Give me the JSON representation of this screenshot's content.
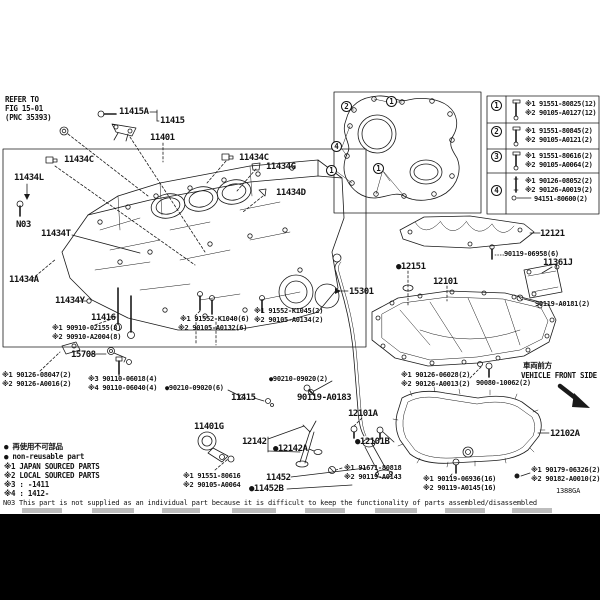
{
  "page": {
    "footnote": "N03 This part is not supplied as an individual part because it is difficult to keep the functionality of parts assembled/disassembled",
    "code": "1388GA"
  },
  "refer": {
    "l1": "REFER TO",
    "l2": "FIG 15-01",
    "l3": "(PNC 35393)"
  },
  "direction": {
    "jp": "車両前方",
    "en": "VEHICLE FRONT SIDE"
  },
  "notes": {
    "b1": "● 再使用不可部品",
    "b2": "● non-reusable part",
    "n1": "※1 JAPAN SOURCED PARTS",
    "n2": "※2 LOCAL SOURCED PARTS",
    "n3": "※3 :     -1411",
    "n4": "※4 : 1412-"
  },
  "legend": {
    "rows": [
      {
        "num": "1",
        "l1": "※1 91551-80825(12)",
        "l2": "※2 90105-A0127(12)",
        "l3": ""
      },
      {
        "num": "2",
        "l1": "※1 91551-80845(2)",
        "l2": "※2 90105-A0121(2)",
        "l3": ""
      },
      {
        "num": "3",
        "l1": "※1 91551-80616(2)",
        "l2": "※2 90105-A0064(2)",
        "l3": ""
      },
      {
        "num": "4",
        "l1": "※1 90126-08052(2)",
        "l2": "※2 90126-A0019(2)",
        "l3": "94151-80600(2)"
      }
    ]
  },
  "inset_callouts": [
    "2",
    "1",
    "4",
    "1",
    "1"
  ],
  "labels": [
    {
      "t": "11415A"
    },
    {
      "t": "11415"
    },
    {
      "t": "11401"
    },
    {
      "t": "11434C"
    },
    {
      "t": "11434L"
    },
    {
      "t": "N03"
    },
    {
      "t": "11434T"
    },
    {
      "t": "11434C"
    },
    {
      "t": "11434G"
    },
    {
      "t": "11434D"
    },
    {
      "t": "11434A"
    },
    {
      "t": "11434Y"
    },
    {
      "t": "11416"
    },
    {
      "t": "※1 90910-02155(8)"
    },
    {
      "t": "※2 90910-A2004(8)"
    },
    {
      "t": "15708"
    },
    {
      "t": "※1 90126-08047(2)"
    },
    {
      "t": "※2 90126-A0016(2)"
    },
    {
      "t": "※3 90110-06018(4)"
    },
    {
      "t": "※4 90110-06040(4)"
    },
    {
      "t": "※1 91552-K1040(6)"
    },
    {
      "t": "※2 90105-A0132(6)"
    },
    {
      "t": "※1 91552-K1045(2)"
    },
    {
      "t": "※2 90105-A0134(2)"
    },
    {
      "t": "●90210-09020(6)"
    },
    {
      "t": "●90210-09020(2)"
    },
    {
      "t": "11415"
    },
    {
      "t": "90119-A0183"
    },
    {
      "t": "11401G"
    },
    {
      "t": "12142"
    },
    {
      "t": "●12142A"
    },
    {
      "t": "12101A"
    },
    {
      "t": "●12101B"
    },
    {
      "t": "11452"
    },
    {
      "t": "●11452B"
    },
    {
      "t": "※1 91551-80616"
    },
    {
      "t": "※2 90105-A0064"
    },
    {
      "t": "※1 91671-80818"
    },
    {
      "t": "※2 90119-A0143"
    },
    {
      "t": "●12151"
    },
    {
      "t": "12101"
    },
    {
      "t": "15301"
    },
    {
      "t": "12121"
    },
    {
      "t": "90119-06958(6)"
    },
    {
      "t": "11361J"
    },
    {
      "t": "90119-A0181(2)"
    },
    {
      "t": "※1 90126-06028(2)"
    },
    {
      "t": "※2 90126-A0013(2)"
    },
    {
      "t": "90080-10062(2)"
    },
    {
      "t": "12102A"
    },
    {
      "t": "※1 90119-06936(16)"
    },
    {
      "t": "※2 90119-A0145(16)"
    },
    {
      "t": "※1 90179-06326(2)"
    },
    {
      "t": "※2 90182-A0010(2)"
    }
  ]
}
